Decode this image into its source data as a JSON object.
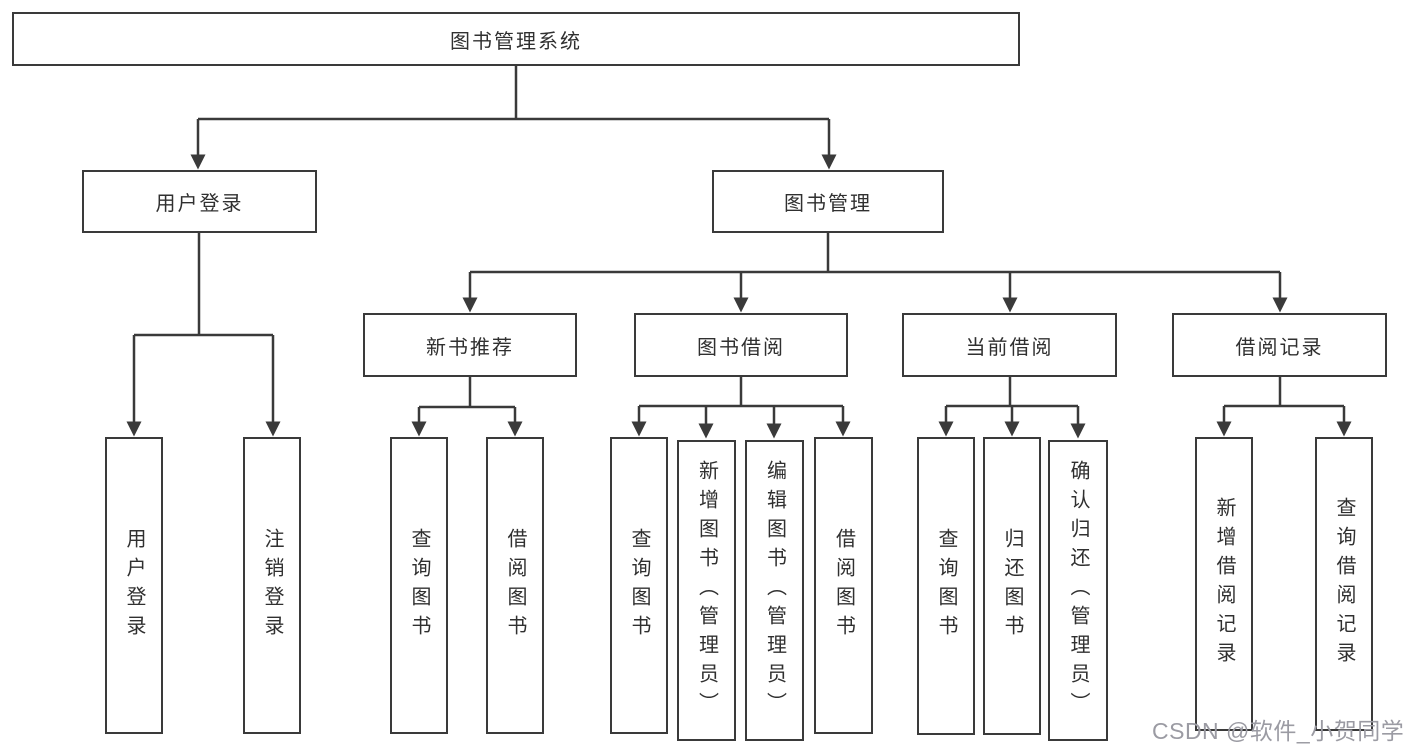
{
  "colors": {
    "line": "#3a3a3a",
    "box_border": "#3a3a3a",
    "box_background": "#ffffff",
    "text": "#303030",
    "watermark_text": "#9b9ba3",
    "background": "#ffffff"
  },
  "diagram": {
    "root": {
      "label": "图书管理系统"
    },
    "branches": [
      {
        "label": "用户登录",
        "children": [
          {
            "label": "用户登录"
          },
          {
            "label": "注销登录"
          }
        ]
      },
      {
        "label": "图书管理",
        "children": [
          {
            "label": "新书推荐",
            "children": [
              {
                "label": "查询图书"
              },
              {
                "label": "借阅图书"
              }
            ]
          },
          {
            "label": "图书借阅",
            "children": [
              {
                "label": "查询图书"
              },
              {
                "label": "新增图书（管理员）"
              },
              {
                "label": "编辑图书（管理员）"
              },
              {
                "label": "借阅图书"
              }
            ]
          },
          {
            "label": "当前借阅",
            "children": [
              {
                "label": "查询图书"
              },
              {
                "label": "归还图书"
              },
              {
                "label": "确认归还（管理员）"
              }
            ]
          },
          {
            "label": "借阅记录",
            "children": [
              {
                "label": "新增借阅记录"
              },
              {
                "label": "查询借阅记录"
              }
            ]
          }
        ]
      }
    ]
  },
  "watermark": {
    "text": "CSDN @软件_小贺同学"
  }
}
